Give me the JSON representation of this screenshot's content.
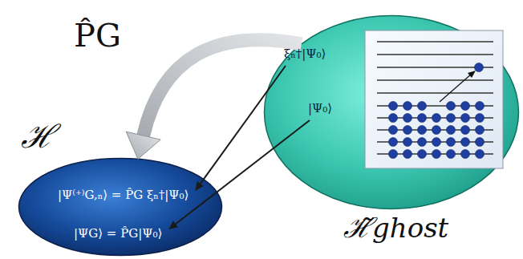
{
  "diagram": {
    "nodes": [
      {
        "text": [
          "ℋ"
        ]
      },
      {
        "text": [
          "|Ψ⁽⁺⁾G,ₙ⟩ = P̂G ξₙ†|Ψ₀⟩"
        ],
        "in": 0
      },
      {
        "text": [
          "|ΨG⟩ = P̂G|Ψ₀⟩"
        ],
        "in": 0
      },
      {
        "text": [
          "ℋ̃ghost"
        ]
      },
      {
        "text": [
          "ξₙ†|Ψ₀⟩"
        ],
        "in": 3
      },
      {
        "text": [
          "|Ψ₀⟩"
        ],
        "in": 3
      }
    ],
    "edges": [
      {
        "from": 4,
        "to": 1,
        "arrow": "to"
      },
      {
        "from": 5,
        "to": 2,
        "arrow": "to"
      },
      {
        "from": 3,
        "to": 0,
        "label": "P̂G",
        "arrow": "to"
      }
    ]
  }
}
